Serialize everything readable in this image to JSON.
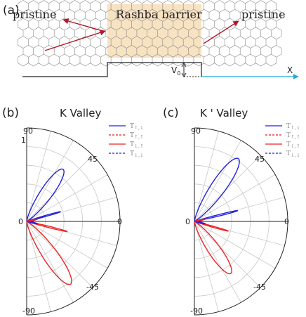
{
  "panel_a": {
    "label": "(a)",
    "left_region": "pristine",
    "barrier_region": "Rashba barrier",
    "right_region": "pristine",
    "potential_label": "V",
    "potential_sub": "0",
    "axis_label": "X"
  },
  "legend_entries": [
    {
      "main": "T",
      "sub": "↑,↓",
      "color": "#2222dd",
      "dash": false
    },
    {
      "main": "T",
      "sub": "↑,↑",
      "color": "#ee2222",
      "dash": true
    },
    {
      "main": "T",
      "sub": "↓,↑",
      "color": "#ee2222",
      "dash": false
    },
    {
      "main": "T",
      "sub": "↓,↓",
      "color": "#2222dd",
      "dash": true
    }
  ],
  "colors": {
    "blue": "#2222dd",
    "red": "#ee2222",
    "barrier_fill": "#f7e2c2",
    "axis_arrow": "#22aadd",
    "hex_stroke": "#8a8a8a",
    "grid": "#c8c8c8"
  },
  "chart_data": [
    {
      "type": "polar",
      "panel_label": "(b)",
      "title": "K Valley",
      "angle_range_deg": [
        -90,
        90
      ],
      "radius_range": [
        0,
        1
      ],
      "angle_labels": [
        "90",
        "45",
        "0",
        "-45",
        "-90"
      ],
      "radius_label": "1",
      "center_label": "0",
      "grid": true,
      "series": [
        {
          "name": "T↑,↓",
          "color": "#2222dd",
          "dash": false,
          "peak_angle_deg": 55,
          "peak_radius": 0.68,
          "secondary_angle_deg": 16,
          "secondary_radius": 0.38
        },
        {
          "name": "T↓,↑",
          "color": "#ee2222",
          "dash": false,
          "peak_angle_deg": -55,
          "peak_radius": 0.82,
          "secondary_angle_deg": -14,
          "secondary_radius": 0.45
        }
      ]
    },
    {
      "type": "polar",
      "panel_label": "(c)",
      "title": "K ' Valley",
      "angle_range_deg": [
        -90,
        90
      ],
      "radius_range": [
        0,
        1
      ],
      "angle_labels": [
        "90",
        "45",
        "0",
        "-45",
        "-90"
      ],
      "radius_label": "",
      "center_label": "0",
      "grid": true,
      "series": [
        {
          "name": "T↑,↓",
          "color": "#2222dd",
          "dash": false,
          "peak_angle_deg": 55,
          "peak_radius": 0.82,
          "secondary_angle_deg": 14,
          "secondary_radius": 0.48
        },
        {
          "name": "T↓,↑",
          "color": "#ee2222",
          "dash": false,
          "peak_angle_deg": -55,
          "peak_radius": 0.68,
          "secondary_angle_deg": -16,
          "secondary_radius": 0.38
        }
      ]
    }
  ]
}
